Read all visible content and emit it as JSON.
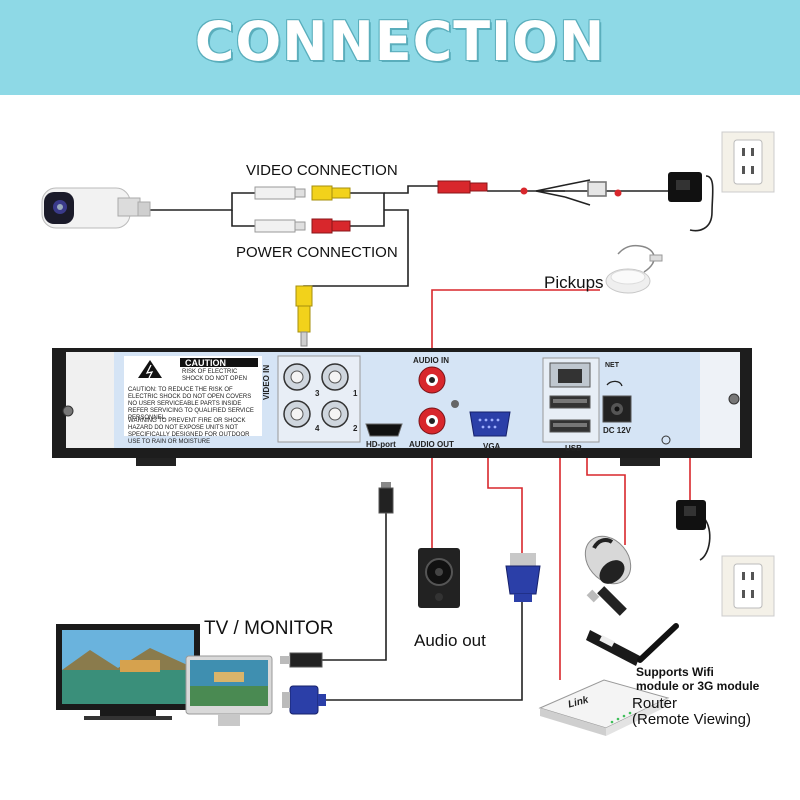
{
  "banner": {
    "title": "CONNECTION"
  },
  "labels": {
    "video_connection": "VIDEO CONNECTION",
    "power_connection": "POWER CONNECTION",
    "pickups": "Pickups",
    "tv_monitor": "TV / MONITOR",
    "audio_out": "Audio out",
    "wifi_module": "Supports Wifi\nmodule or 3G module",
    "router": "Router\n(Remote Viewing)"
  },
  "device": {
    "caution_title": "CAUTION",
    "caution_sub": "RISK OF ELECTRIC SHOCK DO NOT OPEN",
    "caution_body": "CAUTION: TO REDUCE THE RISK OF ELECTRIC SHOCK DO NOT OPEN COVERS NO USER SERVICEABLE PARTS INSIDE REFER SERVICING TO QUALIFIED SERVICE PERSONNEL",
    "caution_warning": "WARNING TO PREVENT FIRE OR SHOCK HAZARD DO NOT EXPOSE UNITS NOT SPECIFICALLY DESIGNED FOR OUTDOOR USE TO RAIN OR MOISTURE",
    "video_in": "VIDEO IN",
    "channels": [
      "3",
      "1",
      "4",
      "2"
    ],
    "hd_port": "HD-port",
    "audio_in": "AUDIO IN",
    "audio_out": "AUDIO OUT",
    "vga": "VGA",
    "net": "NET",
    "usb": "USB",
    "dc": "DC 12V"
  },
  "router_brand": "Link",
  "colors": {
    "banner": "#8ed9e6",
    "wire_red": "#d8272c",
    "wire_black": "#222222",
    "vga_blue": "#2b3fa8",
    "rca_yellow": "#f2d21b"
  }
}
